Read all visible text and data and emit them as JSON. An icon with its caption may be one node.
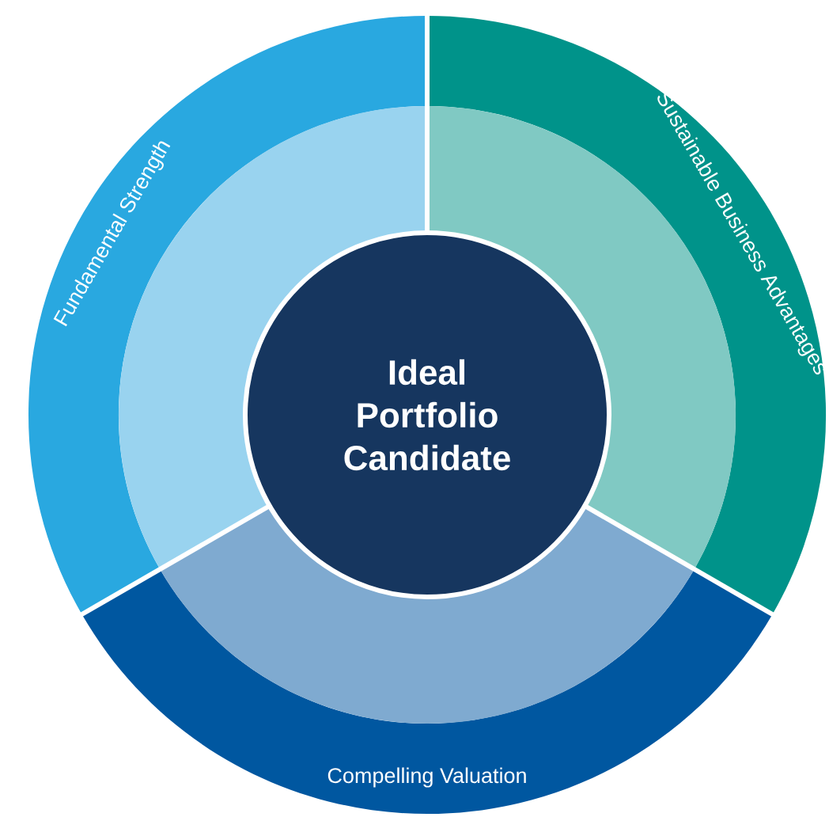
{
  "diagram": {
    "nodes": [
      {
        "text": [
          "Fundamental Strength"
        ]
      },
      {
        "text": [
          "Sustainable Business Advantages"
        ]
      },
      {
        "text": [
          "Ideal Portfolio Candidate"
        ]
      },
      {
        "text": [
          "Compelling Valuation"
        ]
      }
    ]
  }
}
